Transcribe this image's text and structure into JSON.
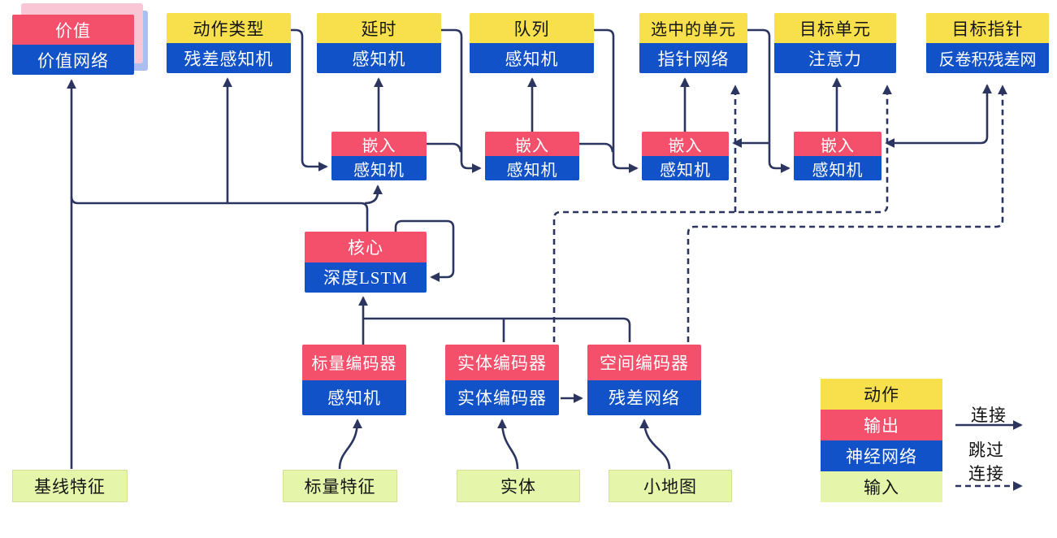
{
  "colors": {
    "action_yellow": "#F8E04C",
    "output_red": "#F4506C",
    "network_blue": "#1152C8",
    "input_green": "#E5F5A9",
    "wire_navy": "#2B3560",
    "stack_shadow_pink": "#F9C6D5",
    "stack_shadow_blue": "#AABEEF"
  },
  "nodes": {
    "value": {
      "top": "价值",
      "bottom": "价值网络"
    },
    "action_type": {
      "top": "动作类型",
      "bottom": "残差感知机"
    },
    "delay": {
      "top": "延时",
      "bottom": "感知机"
    },
    "queue": {
      "top": "队列",
      "bottom": "感知机"
    },
    "selected_units": {
      "top": "选中的单元",
      "bottom": "指针网络"
    },
    "target_unit": {
      "top": "目标单元",
      "bottom": "注意力"
    },
    "target_point": {
      "top": "目标指针",
      "bottom": "反卷积残差网"
    },
    "embed1": {
      "top": "嵌入",
      "bottom": "感知机"
    },
    "embed2": {
      "top": "嵌入",
      "bottom": "感知机"
    },
    "embed3": {
      "top": "嵌入",
      "bottom": "感知机"
    },
    "embed4": {
      "top": "嵌入",
      "bottom": "感知机"
    },
    "core": {
      "top": "核心",
      "bottom": "深度LSTM"
    },
    "scalar_encoder": {
      "top": "标量编码器",
      "bottom": "感知机"
    },
    "entity_encoder": {
      "top": "实体编码器",
      "bottom": "实体编码器"
    },
    "spatial_encoder": {
      "top": "空间编码器",
      "bottom": "残差网络"
    },
    "baseline_features": {
      "label": "基线特征"
    },
    "scalar_features": {
      "label": "标量特征"
    },
    "entities": {
      "label": "实体"
    },
    "minimap": {
      "label": "小地图"
    }
  },
  "legend": {
    "swatches": [
      {
        "label": "动作",
        "type": "action"
      },
      {
        "label": "输出",
        "type": "output"
      },
      {
        "label": "神经网络",
        "type": "network"
      },
      {
        "label": "输入",
        "type": "input"
      }
    ],
    "connections": [
      {
        "label": "连接",
        "style": "solid"
      },
      {
        "label": "跳过连接",
        "style": "dashed"
      }
    ]
  }
}
